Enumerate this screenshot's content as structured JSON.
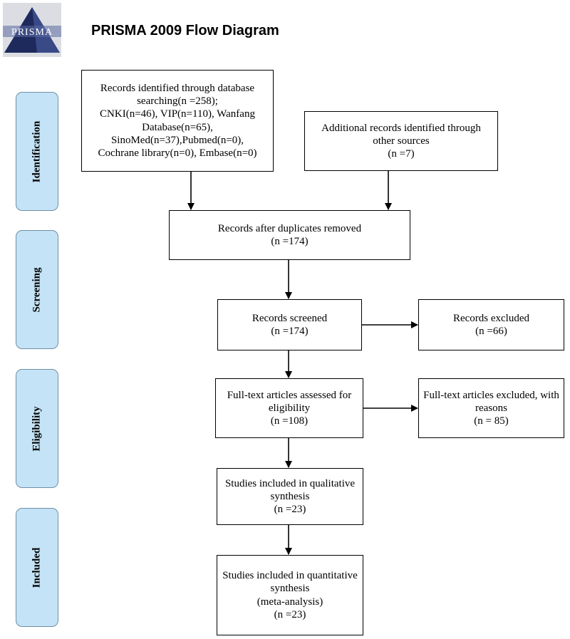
{
  "header": {
    "logo_text": "PRISMA",
    "title": "PRISMA 2009 Flow Diagram"
  },
  "phases": [
    {
      "label": "Identification"
    },
    {
      "label": "Screening"
    },
    {
      "label": "Eligibility"
    },
    {
      "label": "Included"
    }
  ],
  "boxes": {
    "database_search": "Records identified through database searching(n =258);\nCNKI(n=46), VIP(n=110), Wanfang Database(n=65),\nSinoMed(n=37),Pubmed(n=0),\nCochrane library(n=0), Embase(n=0)",
    "other_sources": "Additional records identified through other sources\n(n =7)",
    "duplicates_removed": "Records after duplicates removed\n(n =174)",
    "screened": "Records screened\n(n =174)",
    "excluded": "Records excluded\n(n =66)",
    "fulltext_assessed": "Full-text articles assessed for eligibility\n(n =108)",
    "fulltext_excluded": "Full-text articles excluded, with reasons\n(n = 85)",
    "qualitative": "Studies included in qualitative synthesis\n(n =23)",
    "quantitative": "Studies included in quantitative synthesis\n(meta-analysis)\n(n =23)"
  },
  "colors": {
    "phase_fill": "#c5e3f6",
    "phase_border": "#6e8fa6",
    "logo_dark": "#1e2a5c"
  }
}
